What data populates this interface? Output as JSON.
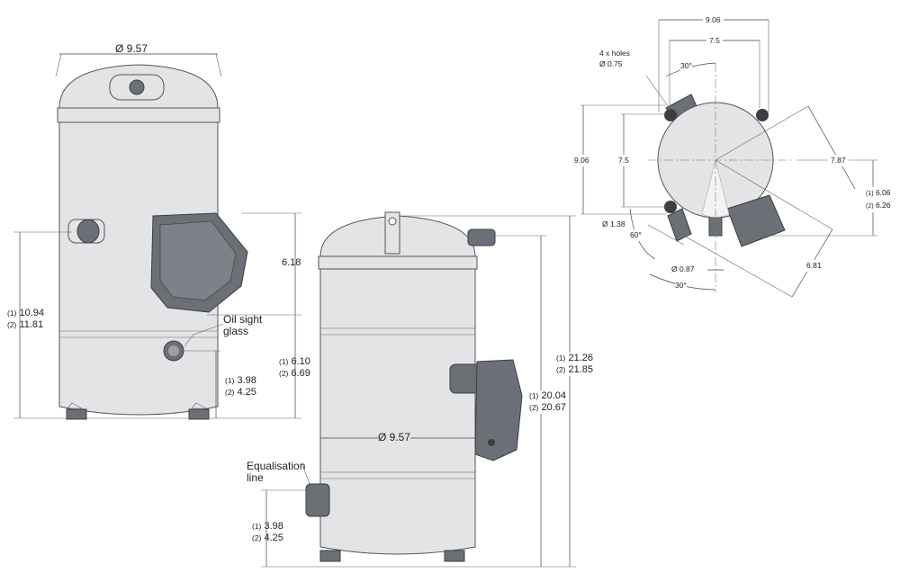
{
  "left_view": {
    "diameter": "Ø 9.57",
    "height_left": {
      "line1_prefix": "(1)",
      "line1": "10.94",
      "line2_prefix": "(2)",
      "line2": "11.81"
    },
    "terminal_height": "6.18",
    "oil_sight_glass": {
      "line1": "Oil sight",
      "line2": "glass"
    },
    "sight_glass_height": {
      "line1_prefix": "(1)",
      "line1": "3.98",
      "line2_prefix": "(2)",
      "line2": "4.25"
    },
    "suction_height": {
      "line1_prefix": "(1)",
      "line1": "6.10",
      "line2_prefix": "(2)",
      "line2": "6.69"
    }
  },
  "middle_view": {
    "diameter": "Ø 9.57",
    "equalisation_line": {
      "line1": "Equalisation",
      "line2": "line"
    },
    "equalisation_height": {
      "line1_prefix": "(1)",
      "line1": "3.98",
      "line2_prefix": "(2)",
      "line2": "4.25"
    },
    "discharge_height": {
      "line1_prefix": "(1)",
      "line1": "20.04",
      "line2_prefix": "(2)",
      "line2": "20.67"
    },
    "total_height": {
      "line1_prefix": "(1)",
      "line1": "21.26",
      "line2_prefix": "(2)",
      "line2": "21.85"
    }
  },
  "top_view": {
    "width_outer": "9.06",
    "width_holes": "7.5",
    "holes": {
      "line1": "4 x holes",
      "line2": "Ø 0.75"
    },
    "angle_top": "30°",
    "height_outer": "9.06",
    "height_holes": "7.5",
    "radius_box": "7.87",
    "offset": {
      "line1_prefix": "(1)",
      "line1": "6.06",
      "line2_prefix": "(2)",
      "line2": "6.26"
    },
    "suction_diameter": "Ø 1.38",
    "angle_suction": "60°",
    "discharge_diameter": "Ø 0.87",
    "angle_bottom": "30°",
    "box_distance": "6.81"
  }
}
